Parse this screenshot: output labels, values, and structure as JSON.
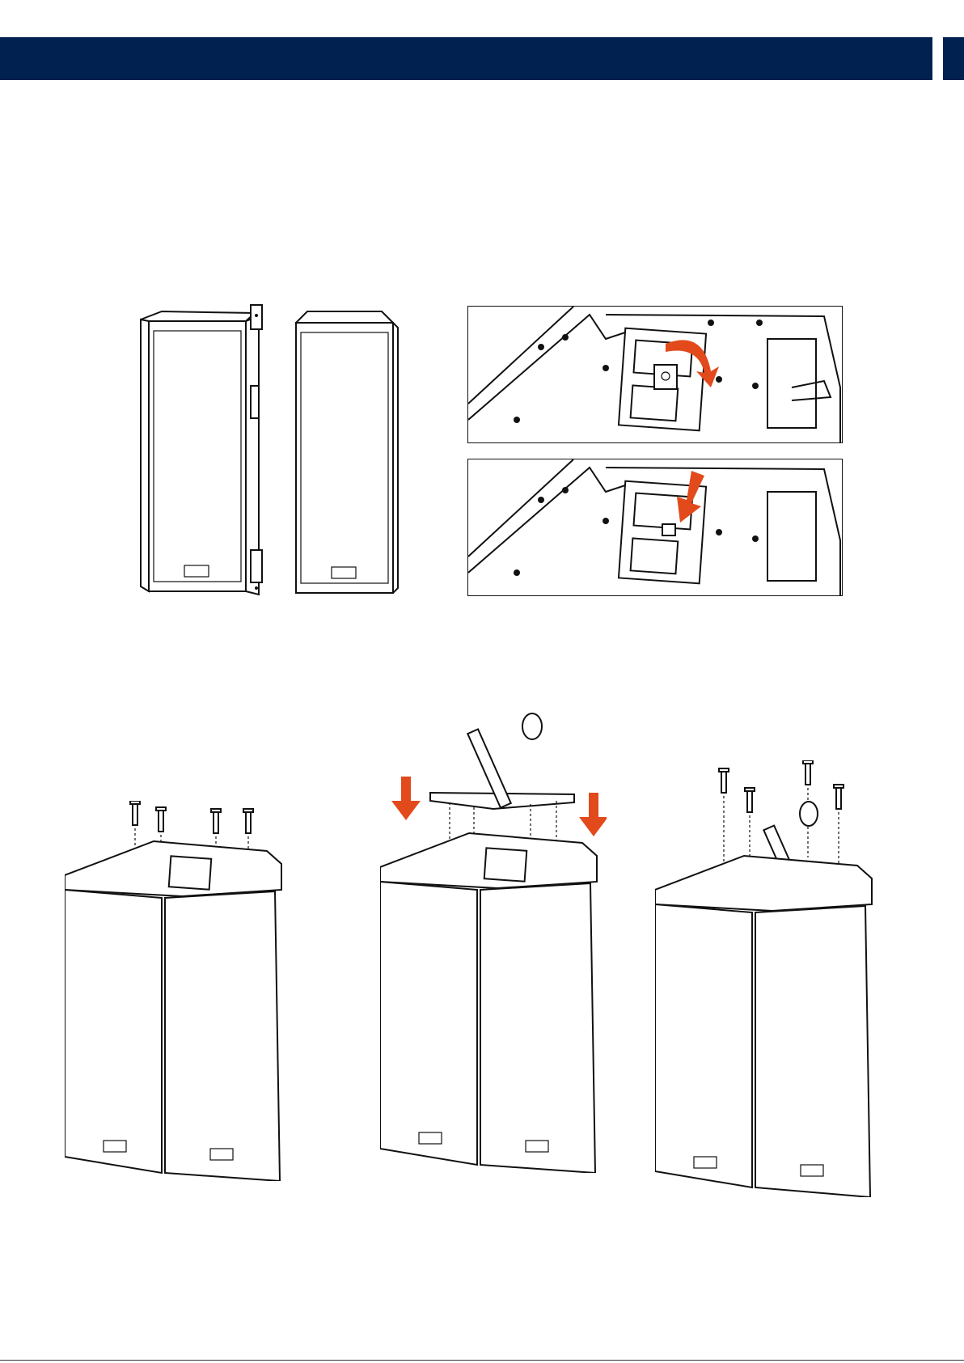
{
  "colors": {
    "header": "#012150",
    "accent_arrow": "#e24a1b",
    "line_art": "#111111"
  },
  "figures": [
    "speaker-pair-front",
    "latch-rotate-detail",
    "latch-insert-detail",
    "top-pins-removed",
    "frame-lowering",
    "frame-pins-inserted"
  ]
}
